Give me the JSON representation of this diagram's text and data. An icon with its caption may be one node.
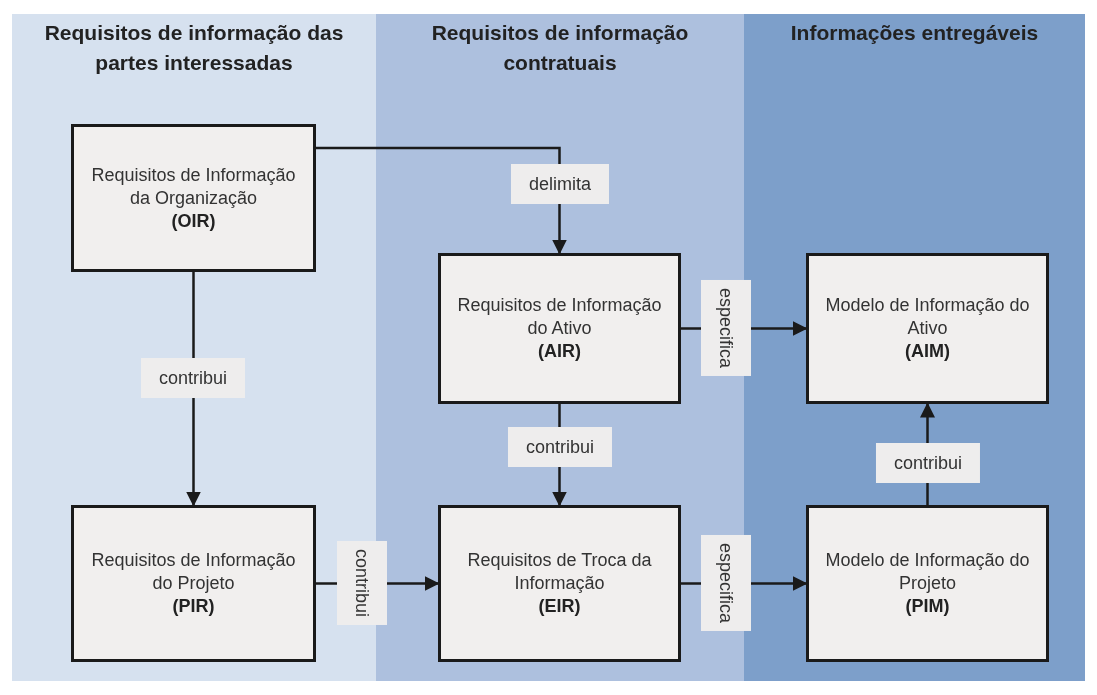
{
  "diagram": {
    "nodes": [
      {
        "text": [
          "Requisitos de informação das partes interessadas"
        ]
      },
      {
        "text": [
          "Requisitos de informação contratuais"
        ]
      },
      {
        "text": [
          "Informações entregáveis"
        ]
      },
      {
        "text": [
          "Requisitos de Informação da Organização",
          "(OIR)"
        ],
        "in": 0
      },
      {
        "text": [
          "Requisitos de Informação do Ativo",
          "(AIR)"
        ],
        "in": 1
      },
      {
        "text": [
          "Modelo de Informação do Ativo",
          "(AIM)"
        ],
        "in": 2
      },
      {
        "text": [
          "Requisitos de Informação do Projeto",
          "(PIR)"
        ],
        "in": 0
      },
      {
        "text": [
          "Requisitos de Troca da Informação",
          "(EIR)"
        ],
        "in": 1
      },
      {
        "text": [
          "Modelo de Informação do Projeto",
          "(PIM)"
        ],
        "in": 2
      }
    ],
    "edges": [
      {
        "from": 3,
        "to": 4,
        "arrow": "to",
        "label": "delimita"
      },
      {
        "from": 3,
        "to": 6,
        "arrow": "to",
        "label": "contribui"
      },
      {
        "from": 4,
        "to": 5,
        "arrow": "to",
        "label": "especifica"
      },
      {
        "from": 4,
        "to": 7,
        "arrow": "to",
        "label": "contribui"
      },
      {
        "from": 6,
        "to": 7,
        "arrow": "to",
        "label": "contribui"
      },
      {
        "from": 7,
        "to": 8,
        "arrow": "to",
        "label": "especifica"
      },
      {
        "from": 8,
        "to": 5,
        "arrow": "to",
        "label": "contribui"
      }
    ]
  }
}
